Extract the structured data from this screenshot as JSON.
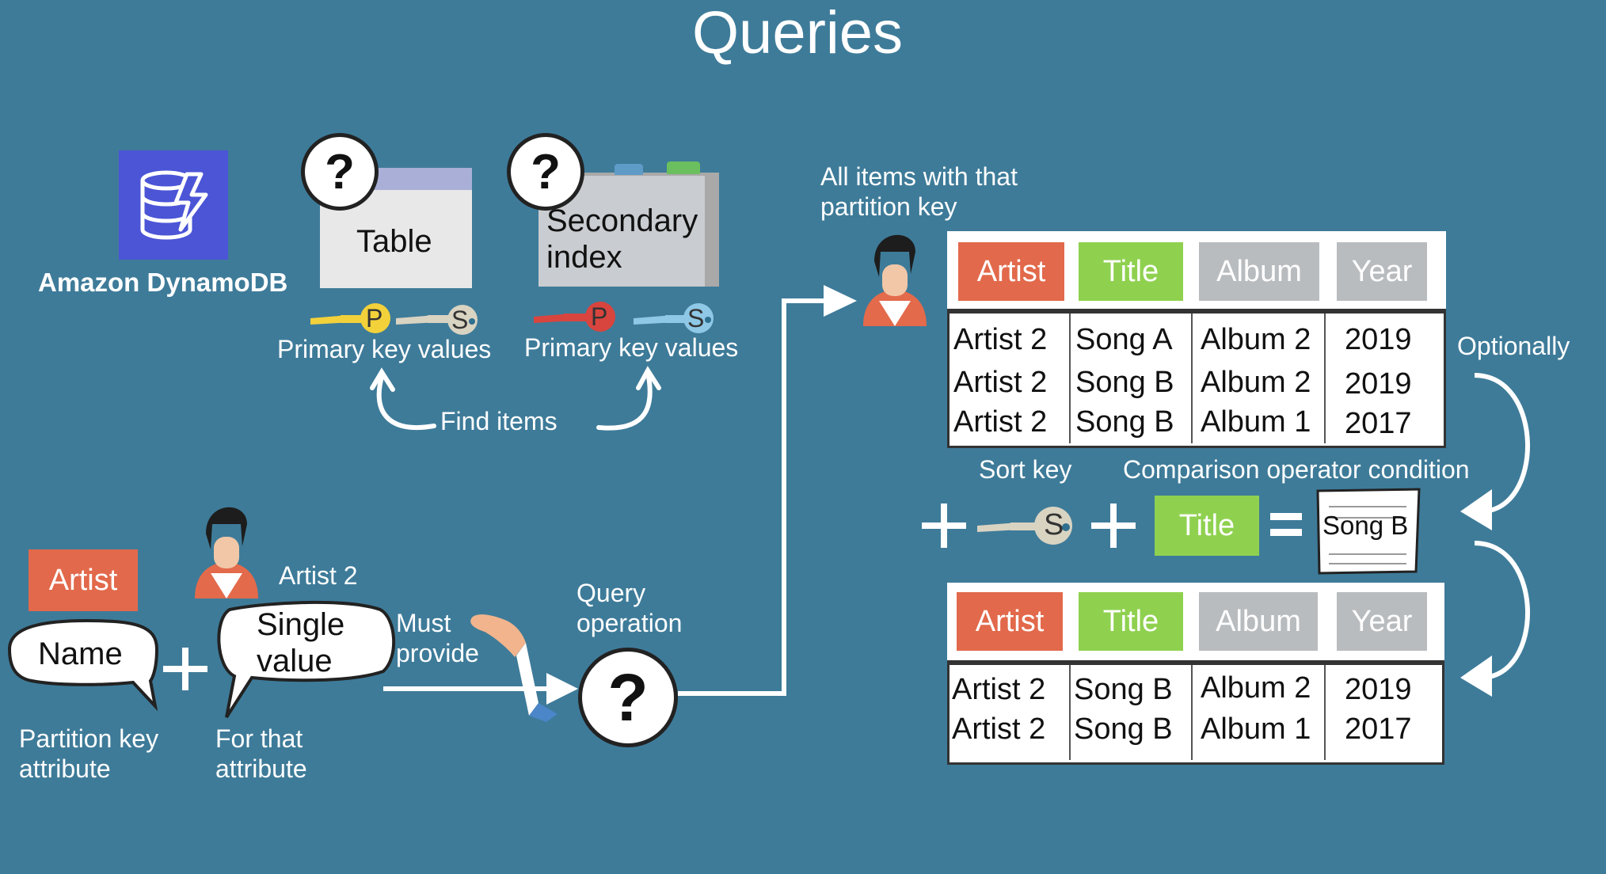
{
  "title": "Queries",
  "logo": {
    "caption": "Amazon DynamoDB",
    "icon": "dynamodb-database-icon",
    "color": "#4b55d6"
  },
  "targets": {
    "table_label": "Table",
    "index_label_line1": "Secondary",
    "index_label_line2": "index",
    "question": "?",
    "key_caption_table": "Primary key values",
    "key_caption_index": "Primary key values",
    "find_items": "Find items",
    "partition_key_letter": "P",
    "sort_key_letter": "S"
  },
  "left": {
    "artist_tag": "Artist",
    "artist_value": "Artist 2",
    "name_bubble": "Name",
    "single_value_line1": "Single",
    "single_value_line2": "value",
    "plus": "+",
    "partition_caption_line1": "Partition key",
    "partition_caption_line2": "attribute",
    "attribute_caption_line1": "For that",
    "attribute_caption_line2": "attribute",
    "must_provide_line1": "Must",
    "must_provide_line2": "provide"
  },
  "query": {
    "label_line1": "Query",
    "label_line2": "operation",
    "symbol": "?"
  },
  "result_top": {
    "caption_line1": "All items with that",
    "caption_line2": "partition key",
    "headers": [
      "Artist",
      "Title",
      "Album",
      "Year"
    ],
    "rows": [
      [
        "Artist 2",
        "Song A",
        "Album 2",
        "2019"
      ],
      [
        "Artist 2",
        "Song B",
        "Album 2",
        "2019"
      ],
      [
        "Artist 2",
        "Song B",
        "Album 1",
        "2017"
      ]
    ]
  },
  "condition": {
    "optionally": "Optionally",
    "sort_key": "Sort key",
    "comparison": "Comparison operator condition",
    "plus": "+",
    "sort_letter": "S",
    "title_tag": "Title",
    "equals": "=",
    "value": "Song B"
  },
  "result_bottom": {
    "headers": [
      "Artist",
      "Title",
      "Album",
      "Year"
    ],
    "rows": [
      [
        "Artist 2",
        "Song B",
        "Album 2",
        "2019"
      ],
      [
        "Artist 2",
        "Song B",
        "Album 1",
        "2017"
      ]
    ]
  },
  "colors": {
    "background": "#3e7b99",
    "artist": "#e2694b",
    "title": "#8fd14f",
    "album": "#b9bcbf",
    "year": "#b9bcbf",
    "key_yellow": "#f2d13b",
    "key_red": "#d8453e",
    "key_blue": "#8ec8e6",
    "key_grey": "#d9d3c2"
  }
}
